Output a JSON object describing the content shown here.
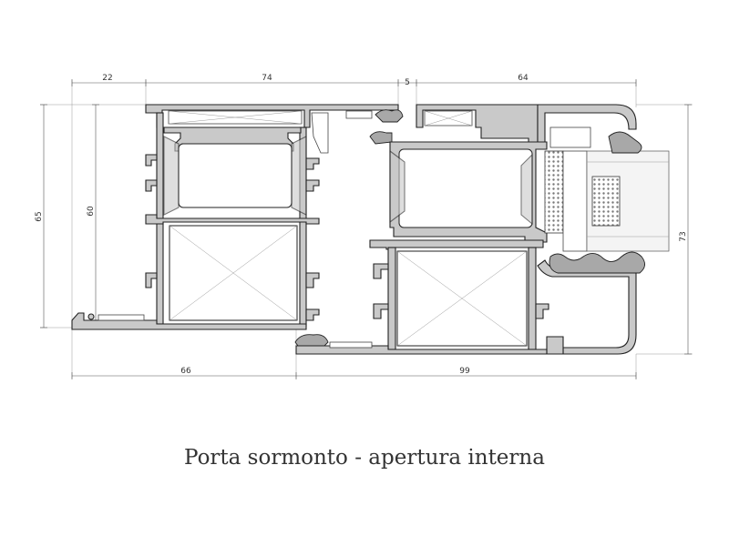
{
  "caption": "Porta sormonto - apertura interna",
  "dimensions": {
    "top_22": "22",
    "top_74": "74",
    "top_5": "5",
    "top_64": "64",
    "left_65": "65",
    "left_60": "60",
    "right_73": "73",
    "bottom_66": "66",
    "bottom_99": "99"
  },
  "colors": {
    "profile_fill": "#c9c9c9",
    "outline": "#222222",
    "dimension": "#555555"
  }
}
